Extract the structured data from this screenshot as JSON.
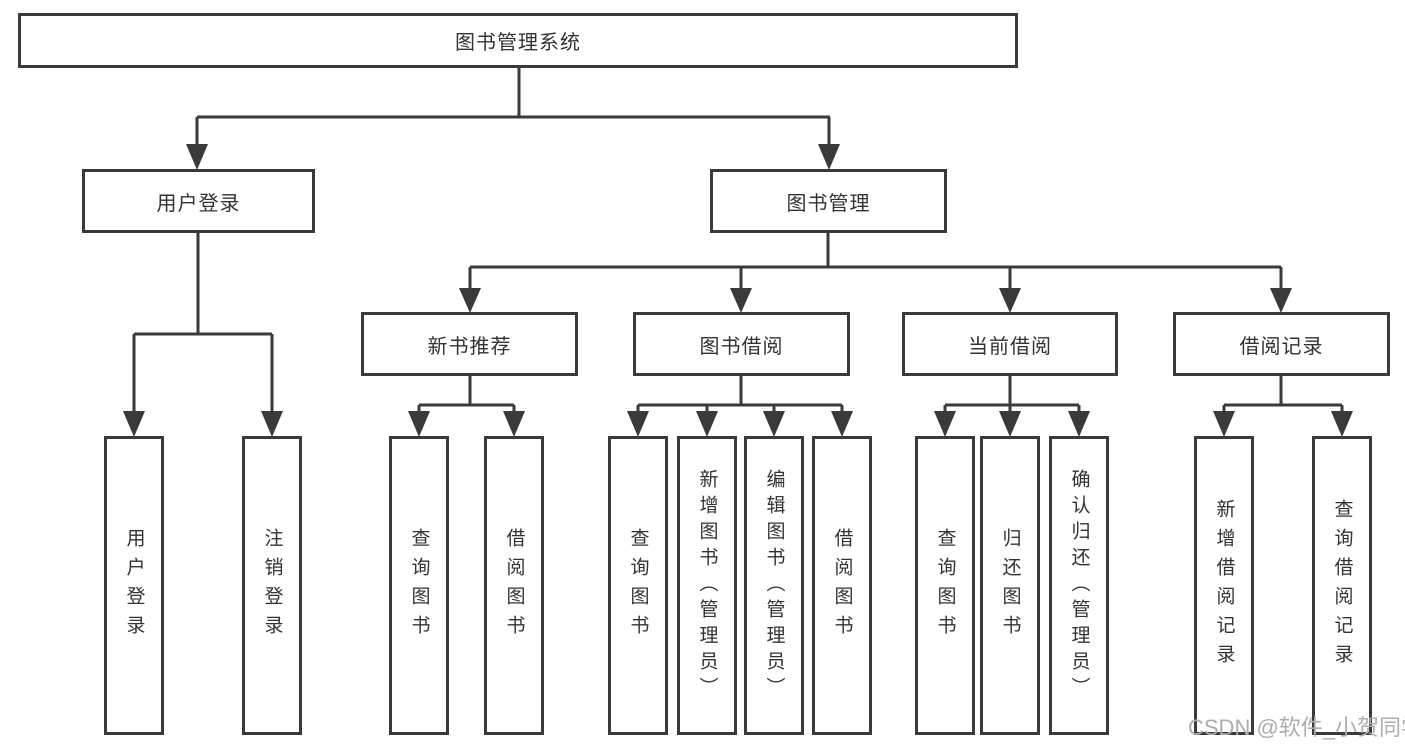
{
  "tree": {
    "root": {
      "label": "图书管理系统",
      "children": [
        {
          "label": "用户登录",
          "children": [
            {
              "label": "用户登录"
            },
            {
              "label": "注销登录"
            }
          ]
        },
        {
          "label": "图书管理",
          "children": [
            {
              "label": "新书推荐",
              "children": [
                {
                  "label": "查询图书"
                },
                {
                  "label": "借阅图书"
                }
              ]
            },
            {
              "label": "图书借阅",
              "children": [
                {
                  "label": "查询图书"
                },
                {
                  "label": "新增图书（管理员）"
                },
                {
                  "label": "编辑图书（管理员）"
                },
                {
                  "label": "借阅图书"
                }
              ]
            },
            {
              "label": "当前借阅",
              "children": [
                {
                  "label": "查询图书"
                },
                {
                  "label": "归还图书"
                },
                {
                  "label": "确认归还（管理员）"
                }
              ]
            },
            {
              "label": "借阅记录",
              "children": [
                {
                  "label": "新增借阅记录"
                },
                {
                  "label": "查询借阅记录"
                }
              ]
            }
          ]
        }
      ]
    }
  },
  "watermark": {
    "text": "CSDN @软件_小贺同学"
  },
  "colors": {
    "line": "#3a3a3a",
    "text": "#333333",
    "watermark": "#adadad",
    "background": "#ffffff"
  }
}
